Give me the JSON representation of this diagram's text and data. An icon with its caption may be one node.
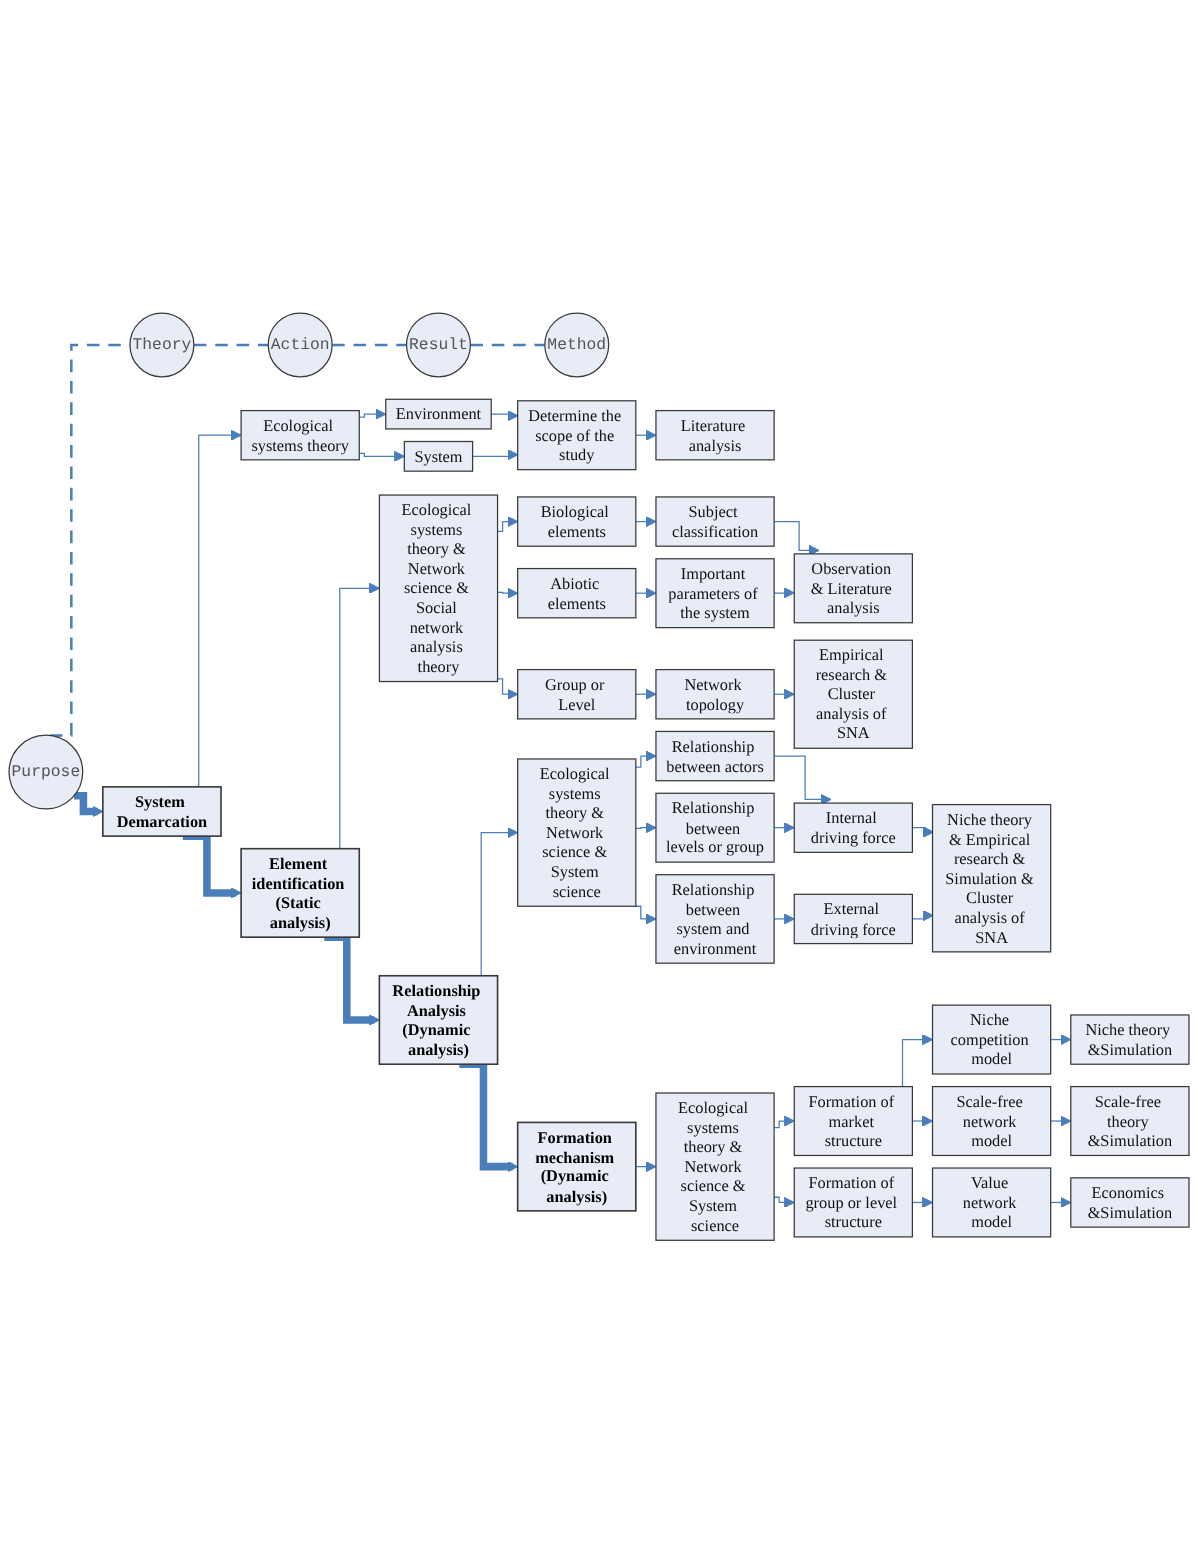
{
  "diagram": {
    "nodes": [
      {
        "text": [
          "Purpose"
        ]
      },
      {
        "text": [
          "Theory"
        ]
      },
      {
        "text": [
          "Action"
        ]
      },
      {
        "text": [
          "Result"
        ]
      },
      {
        "text": [
          "Method"
        ]
      },
      {
        "text": [
          "System Demarcation"
        ]
      },
      {
        "text": [
          "Ecological systems theory"
        ]
      },
      {
        "text": [
          "Environment"
        ]
      },
      {
        "text": [
          "System"
        ]
      },
      {
        "text": [
          "Determine the scope of the study"
        ]
      },
      {
        "text": [
          "Literature analysis"
        ]
      },
      {
        "text": [
          "Element identification (Static analysis)"
        ]
      },
      {
        "text": [
          "Ecological systems theory & Network science & Social network analysis theory"
        ]
      },
      {
        "text": [
          "Biological elements"
        ]
      },
      {
        "text": [
          "Abiotic elements"
        ]
      },
      {
        "text": [
          "Group or Level"
        ]
      },
      {
        "text": [
          "Subject classification"
        ]
      },
      {
        "text": [
          "Important parameters of the system"
        ]
      },
      {
        "text": [
          "Network topology"
        ]
      },
      {
        "text": [
          "Observation & Literature analysis"
        ]
      },
      {
        "text": [
          "Empirical research & Cluster analysis of SNA"
        ]
      },
      {
        "text": [
          "Relationship Analysis (Dynamic analysis)"
        ]
      },
      {
        "text": [
          "Ecological systems theory & Network science & System science"
        ]
      },
      {
        "text": [
          "Relationship between actors"
        ]
      },
      {
        "text": [
          "Relationship between levels or group"
        ]
      },
      {
        "text": [
          "Relationship between system and environment"
        ]
      },
      {
        "text": [
          "Internal driving force"
        ]
      },
      {
        "text": [
          "External driving force"
        ]
      },
      {
        "text": [
          "Niche theory & Empirical research & Simulation & Cluster analysis of SNA"
        ]
      },
      {
        "text": [
          "Formation mechanism (Dynamic analysis)"
        ]
      },
      {
        "text": [
          "Ecological systems theory & Network science & System science"
        ]
      },
      {
        "text": [
          "Formation of market structure"
        ]
      },
      {
        "text": [
          "Formation of group or level structure"
        ]
      },
      {
        "text": [
          "Niche competition model"
        ]
      },
      {
        "text": [
          "Scale-free network model"
        ]
      },
      {
        "text": [
          "Value network model"
        ]
      },
      {
        "text": [
          "Niche theory &Simulation"
        ]
      },
      {
        "text": [
          "Scale-free theory &Simulation"
        ]
      },
      {
        "text": [
          "Economics &Simulation"
        ]
      }
    ],
    "edges": [
      {
        "from": 0,
        "to": 1,
        "arrow": "none",
        "style": "dashed"
      },
      {
        "from": 1,
        "to": 2,
        "arrow": "none",
        "style": "dashed"
      },
      {
        "from": 2,
        "to": 3,
        "arrow": "none",
        "style": "dashed"
      },
      {
        "from": 3,
        "to": 4,
        "arrow": "none",
        "style": "dashed"
      },
      {
        "from": 0,
        "to": 5,
        "arrow": "to",
        "style": "thick"
      },
      {
        "from": 5,
        "to": 6,
        "arrow": "to"
      },
      {
        "from": 6,
        "to": 7,
        "arrow": "to"
      },
      {
        "from": 6,
        "to": 8,
        "arrow": "to"
      },
      {
        "from": 7,
        "to": 9,
        "arrow": "to"
      },
      {
        "from": 8,
        "to": 9,
        "arrow": "to"
      },
      {
        "from": 9,
        "to": 10,
        "arrow": "to"
      },
      {
        "from": 5,
        "to": 11,
        "arrow": "to",
        "style": "thick"
      },
      {
        "from": 11,
        "to": 12,
        "arrow": "to"
      },
      {
        "from": 12,
        "to": 13,
        "arrow": "to"
      },
      {
        "from": 12,
        "to": 14,
        "arrow": "to"
      },
      {
        "from": 12,
        "to": 15,
        "arrow": "to"
      },
      {
        "from": 13,
        "to": 16,
        "arrow": "to"
      },
      {
        "from": 14,
        "to": 17,
        "arrow": "to"
      },
      {
        "from": 15,
        "to": 18,
        "arrow": "to"
      },
      {
        "from": 16,
        "to": 19,
        "arrow": "to"
      },
      {
        "from": 17,
        "to": 19,
        "arrow": "to"
      },
      {
        "from": 18,
        "to": 20,
        "arrow": "to"
      },
      {
        "from": 11,
        "to": 21,
        "arrow": "to",
        "style": "thick"
      },
      {
        "from": 21,
        "to": 22,
        "arrow": "to"
      },
      {
        "from": 22,
        "to": 23,
        "arrow": "to"
      },
      {
        "from": 22,
        "to": 24,
        "arrow": "to"
      },
      {
        "from": 22,
        "to": 25,
        "arrow": "to"
      },
      {
        "from": 23,
        "to": 26,
        "arrow": "to"
      },
      {
        "from": 24,
        "to": 26,
        "arrow": "to"
      },
      {
        "from": 25,
        "to": 27,
        "arrow": "to"
      },
      {
        "from": 26,
        "to": 28,
        "arrow": "to"
      },
      {
        "from": 27,
        "to": 28,
        "arrow": "to"
      },
      {
        "from": 21,
        "to": 29,
        "arrow": "to",
        "style": "thick"
      },
      {
        "from": 29,
        "to": 30,
        "arrow": "to"
      },
      {
        "from": 30,
        "to": 31,
        "arrow": "to"
      },
      {
        "from": 30,
        "to": 32,
        "arrow": "to"
      },
      {
        "from": 31,
        "to": 33,
        "arrow": "to"
      },
      {
        "from": 31,
        "to": 34,
        "arrow": "to"
      },
      {
        "from": 32,
        "to": 35,
        "arrow": "to"
      },
      {
        "from": 33,
        "to": 36,
        "arrow": "to"
      },
      {
        "from": 34,
        "to": 37,
        "arrow": "to"
      },
      {
        "from": 35,
        "to": 38,
        "arrow": "to"
      }
    ]
  }
}
